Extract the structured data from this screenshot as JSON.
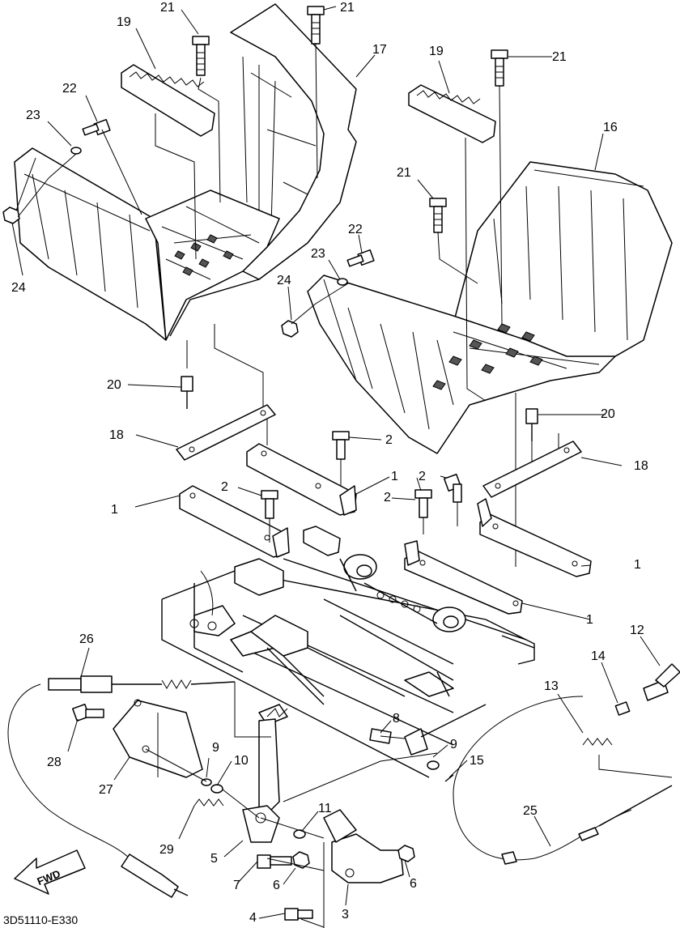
{
  "diagram_code": "3D51110-E330",
  "fwd_label": "FWD",
  "callouts": [
    {
      "id": "c1a",
      "label": "1"
    },
    {
      "id": "c1b",
      "label": "1"
    },
    {
      "id": "c1c",
      "label": "1"
    },
    {
      "id": "c1d",
      "label": "1"
    },
    {
      "id": "c2a",
      "label": "2"
    },
    {
      "id": "c2b",
      "label": "2"
    },
    {
      "id": "c2c",
      "label": "2"
    },
    {
      "id": "c2d",
      "label": "2"
    },
    {
      "id": "c3",
      "label": "3"
    },
    {
      "id": "c4",
      "label": "4"
    },
    {
      "id": "c5",
      "label": "5"
    },
    {
      "id": "c6a",
      "label": "6"
    },
    {
      "id": "c6b",
      "label": "6"
    },
    {
      "id": "c7",
      "label": "7"
    },
    {
      "id": "c8",
      "label": "8"
    },
    {
      "id": "c9a",
      "label": "9"
    },
    {
      "id": "c9b",
      "label": "9"
    },
    {
      "id": "c10",
      "label": "10"
    },
    {
      "id": "c11",
      "label": "11"
    },
    {
      "id": "c12",
      "label": "12"
    },
    {
      "id": "c13",
      "label": "13"
    },
    {
      "id": "c14",
      "label": "14"
    },
    {
      "id": "c15",
      "label": "15"
    },
    {
      "id": "c16",
      "label": "16"
    },
    {
      "id": "c17",
      "label": "17"
    },
    {
      "id": "c18a",
      "label": "18"
    },
    {
      "id": "c18b",
      "label": "18"
    },
    {
      "id": "c19a",
      "label": "19"
    },
    {
      "id": "c19b",
      "label": "19"
    },
    {
      "id": "c20a",
      "label": "20"
    },
    {
      "id": "c20b",
      "label": "20"
    },
    {
      "id": "c21a",
      "label": "21"
    },
    {
      "id": "c21b",
      "label": "21"
    },
    {
      "id": "c21c",
      "label": "21"
    },
    {
      "id": "c21d",
      "label": "21"
    },
    {
      "id": "c22a",
      "label": "22"
    },
    {
      "id": "c22b",
      "label": "22"
    },
    {
      "id": "c23a",
      "label": "23"
    },
    {
      "id": "c23b",
      "label": "23"
    },
    {
      "id": "c24a",
      "label": "24"
    },
    {
      "id": "c24b",
      "label": "24"
    },
    {
      "id": "c25",
      "label": "25"
    },
    {
      "id": "c26",
      "label": "26"
    },
    {
      "id": "c27",
      "label": "27"
    },
    {
      "id": "c28",
      "label": "28"
    },
    {
      "id": "c29",
      "label": "29"
    }
  ]
}
